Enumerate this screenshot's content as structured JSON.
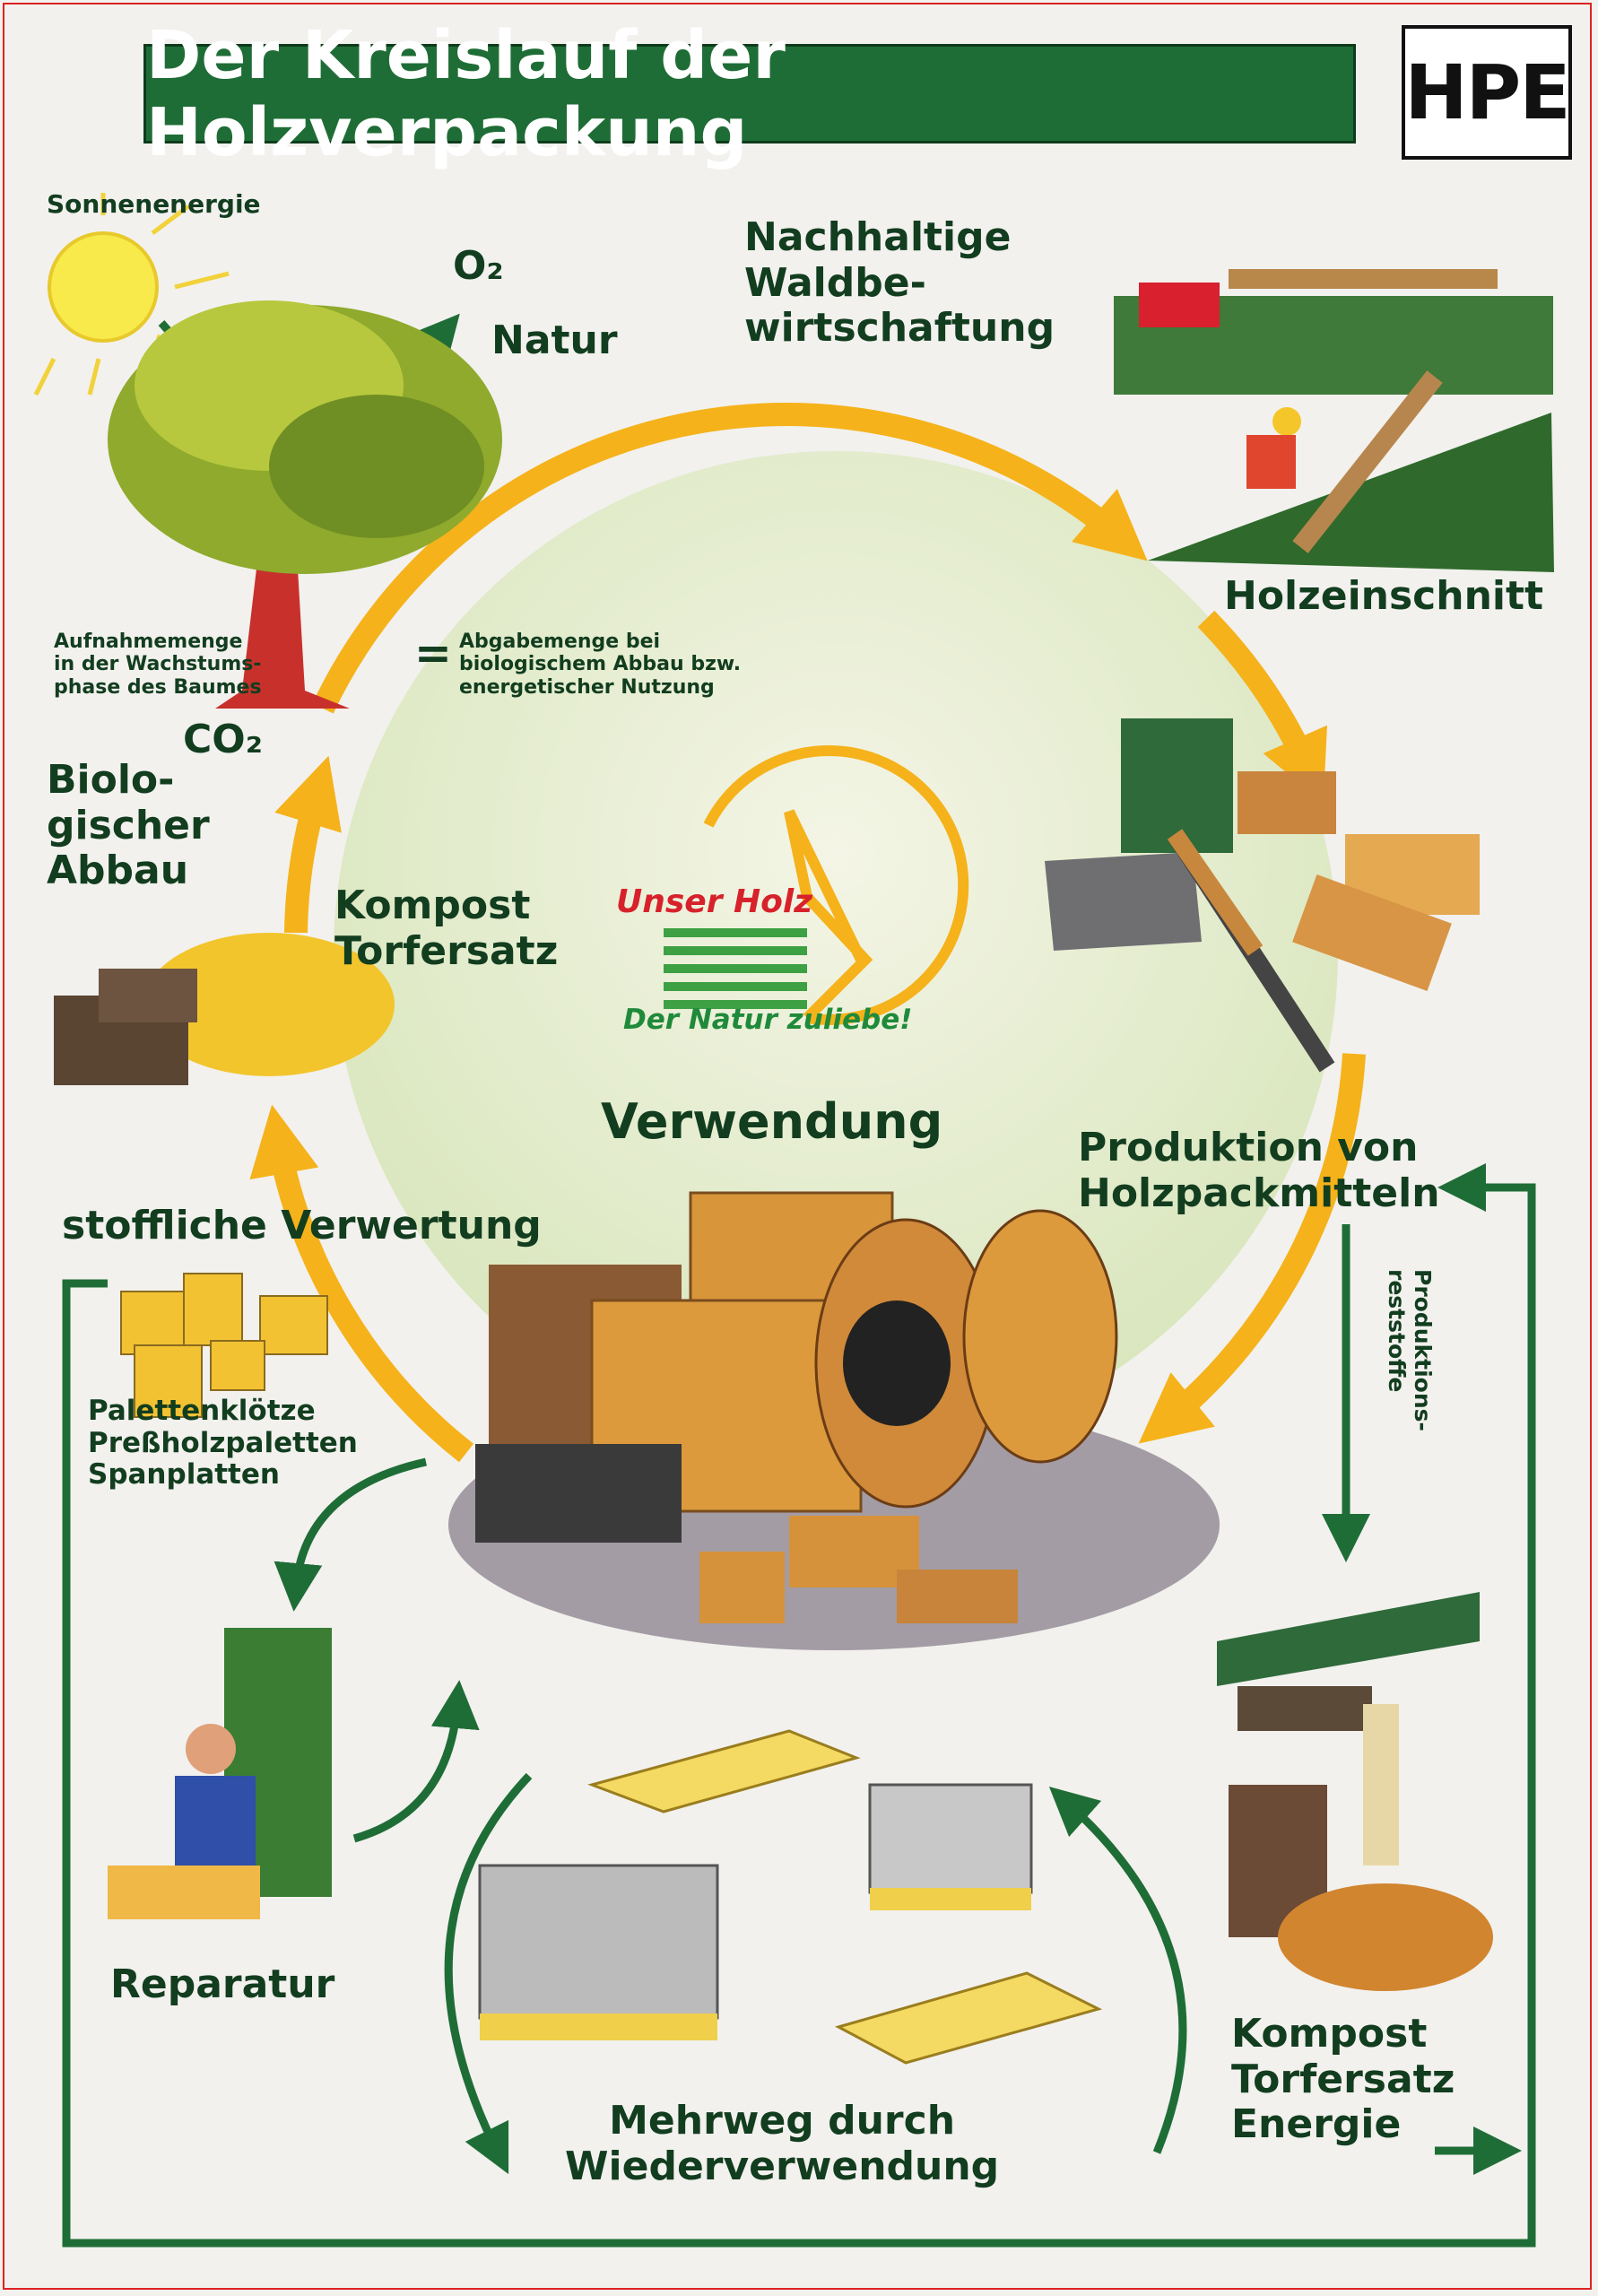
{
  "title": "Der Kreislauf der Holzverpackung",
  "logo": {
    "text": "HPE"
  },
  "center_logo": {
    "line1": "Unser Holz",
    "line2": "Der Natur zuliebe!"
  },
  "labels": {
    "sun": "Sonnenenergie",
    "o2": "O₂",
    "natur": "Natur",
    "forestry": [
      "Nachhaltige",
      "Waldbe-",
      "wirtschaftung"
    ],
    "sawing": "Holzeinschnitt",
    "intake": [
      "Aufnahmemenge",
      "in der Wachstums-",
      "phase des Baumes"
    ],
    "equals": "=",
    "release": [
      "Abgabemenge bei",
      "biologischem Abbau bzw.",
      "energetischer Nutzung"
    ],
    "co2": "CO₂",
    "bio": [
      "Biolo-",
      "gischer",
      "Abbau"
    ],
    "compost": [
      "Kompost",
      "Torfersatz"
    ],
    "usage": "Verwendung",
    "production": [
      "Produktion von",
      "Holzpackmitteln"
    ],
    "residues": [
      "Produktions-",
      "reststoffe"
    ],
    "material": "stoffliche Verwertung",
    "products": [
      "Palettenklötze",
      "Preßholzpaletten",
      "Spanplatten"
    ],
    "repair": "Reparatur",
    "reuse": [
      "Mehrweg durch",
      "Wiederverwendung"
    ],
    "energy": [
      "Kompost",
      "Torfersatz",
      "Energie"
    ]
  },
  "colors": {
    "green": "#1f6d36",
    "orange": "#f5b21a",
    "text": "#123d1f",
    "red": "#d22"
  }
}
